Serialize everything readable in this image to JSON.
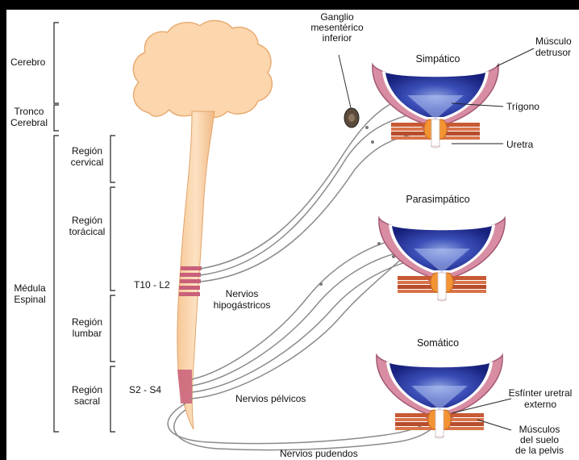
{
  "regions": {
    "cerebro": "Cerebro",
    "tronco": [
      "Tronco",
      "Cerebral"
    ],
    "medula": [
      "Médula",
      "Espinal"
    ],
    "cervical": [
      "Región",
      "cervical"
    ],
    "toracica": [
      "Región",
      "torácical"
    ],
    "lumbar": [
      "Región",
      "lumbar"
    ],
    "sacral": [
      "Región",
      "sacral"
    ]
  },
  "levels": {
    "t10_l2": "T10 - L2",
    "s2_s4": "S2 - S4"
  },
  "nerves": {
    "hipogastricos": [
      "Nervios",
      "hipogástricos"
    ],
    "pelvicos": "Nervios pélvicos",
    "pudendos": "Nervios pudendos"
  },
  "ganglion": [
    "Ganglio",
    "mesentérico",
    "inferior"
  ],
  "bladders": {
    "simpatico": "Simpático",
    "parasimpatico": "Parasimpático",
    "somatico": "Somático"
  },
  "structures": {
    "detrusor": [
      "Músculo",
      "detrusor"
    ],
    "trigono": "Trígono",
    "uretra": "Uretra",
    "esfinter": [
      "Esfínter uretral",
      "externo"
    ],
    "suelo_pelvis": [
      "Músculos",
      "del suelo",
      "de la pelvis"
    ]
  },
  "colors": {
    "frame": "#000000",
    "background": "#ffffff",
    "brain": "#fbd3a8",
    "brain_outline": "#e9ad74",
    "spinal_bands": "#c9607a",
    "bladder_wall": "#d68aa0",
    "bladder_lumen": "#1e2f92",
    "bladder_inner": "#9fb2e6",
    "muscle": "#c75a35",
    "nerve": "#777777"
  }
}
